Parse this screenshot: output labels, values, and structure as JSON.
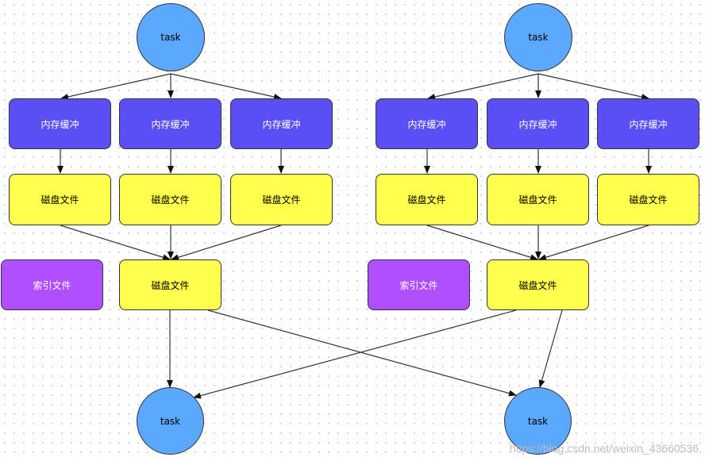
{
  "nodes": {
    "task": "task",
    "memory_buffer": "内存缓冲",
    "disk_file": "磁盘文件",
    "index_file": "索引文件"
  },
  "watermark": "https://blog.csdn.net/weixin_43660536"
}
